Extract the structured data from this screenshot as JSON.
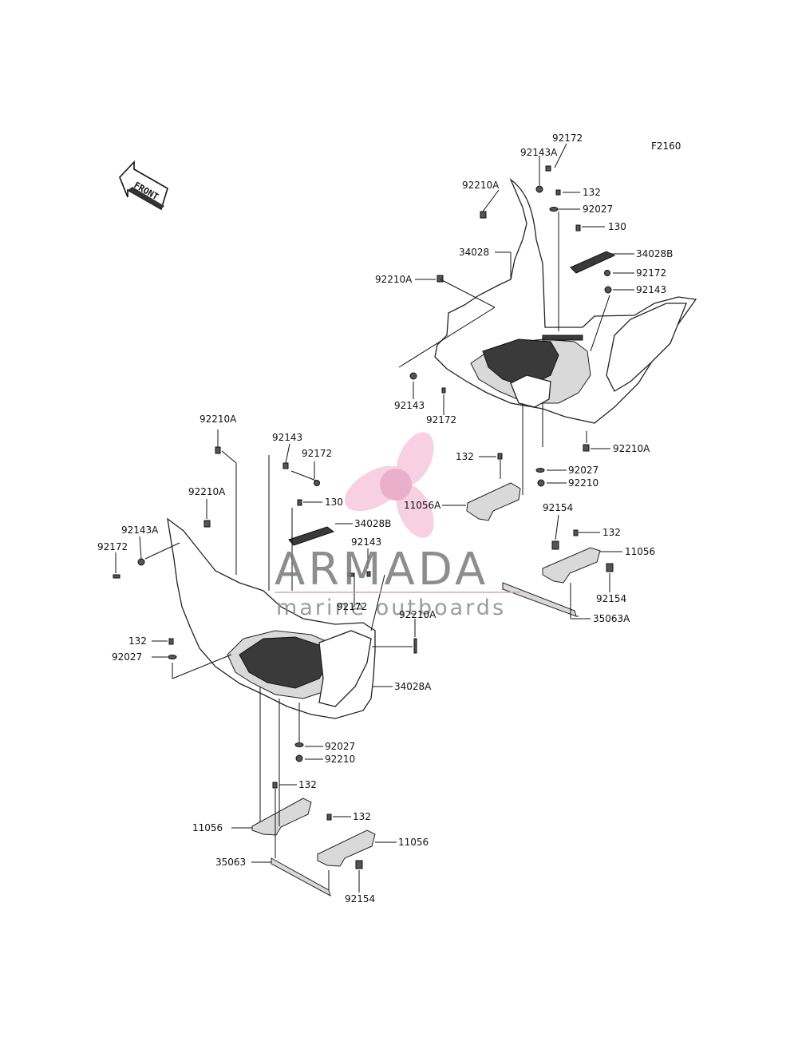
{
  "diagram_code": "F2160",
  "front_label": "FRONT",
  "watermark": {
    "title": "ARMADA",
    "subtitle": "marine outboards"
  },
  "labels": {
    "rA": "92172",
    "rB": "92143A",
    "rC": "92210A",
    "rD": "132",
    "rE": "92027",
    "rF": "130",
    "rG": "34028",
    "rH": "34028B",
    "rI": "92210A",
    "rJ": "92172",
    "rK": "92143",
    "rL": "92143",
    "rM": "92172",
    "rN": "92210A",
    "rO": "132",
    "rP": "92027",
    "rQ": "92210",
    "rR": "11056A",
    "rS": "92154",
    "rT": "132",
    "rU": "11056",
    "rV": "92154",
    "rW": "35063A",
    "lA": "92210A",
    "lB": "92143",
    "lC": "92172",
    "lD": "92210A",
    "lE": "130",
    "lF": "92143A",
    "lG": "34028B",
    "lH": "92172",
    "lI": "92143",
    "lJ": "92172",
    "lK": "92210A",
    "lL": "132",
    "lM": "92027",
    "lN": "34028A",
    "lO": "92027",
    "lP": "92210",
    "lQ": "132",
    "lR": "11056",
    "lS": "132",
    "lT": "11056",
    "lU": "35063",
    "lV": "92154"
  }
}
